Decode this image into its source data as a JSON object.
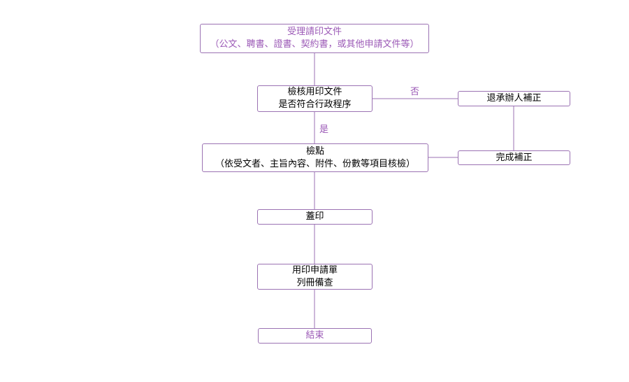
{
  "colors": {
    "line": "#9b72b3",
    "accent_text": "#9b59b6",
    "text": "#000000",
    "background": "#ffffff"
  },
  "nodes": {
    "start": {
      "line1": "受理請印文件",
      "line2": "（公文、聘書、證書、契約書，或其他申請文件等）"
    },
    "check": {
      "line1": "檢核用印文件",
      "line2": "是否符合行政程序"
    },
    "return": {
      "line1": "退承辦人補正"
    },
    "inspect": {
      "line1": "檢點",
      "line2": "（依受文者、主旨內容、附件、份數等項目核檢）"
    },
    "fix": {
      "line1": "完成補正"
    },
    "stamp": {
      "line1": "蓋印"
    },
    "register": {
      "line1": "用印申請單",
      "line2": "列冊備查"
    },
    "end": {
      "line1": "結束"
    }
  },
  "edge_labels": {
    "no": "否",
    "yes": "是"
  }
}
